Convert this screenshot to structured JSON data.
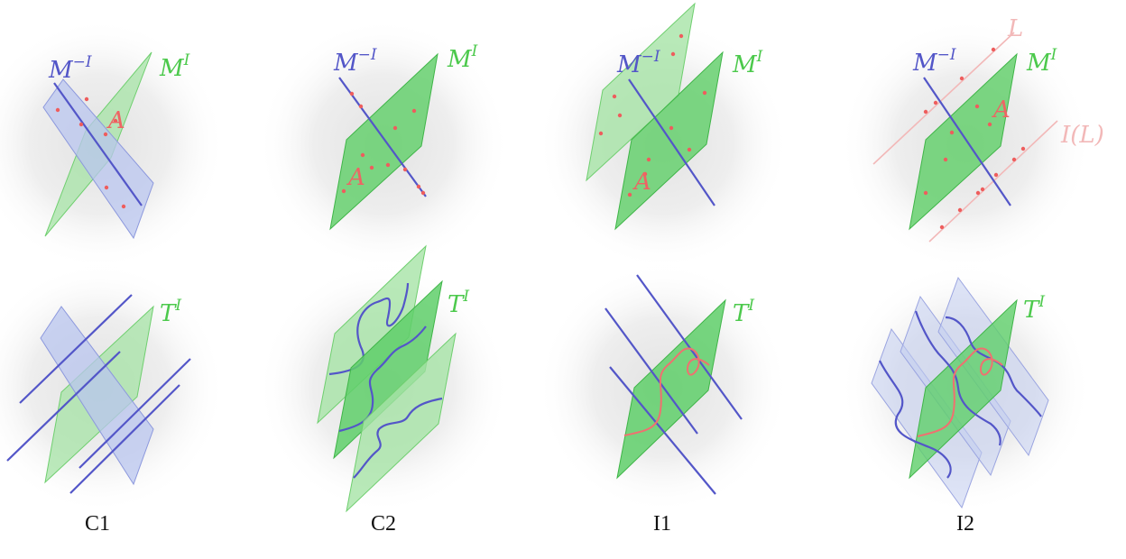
{
  "colors": {
    "blue_line": "#5356c8",
    "blue_plane_fill": "#b8c6ee",
    "blue_plane_stroke": "#8a96dc",
    "green_plane_fill": "#9fe0a0",
    "green_plane_fill_strong": "#5fcf6a",
    "green_plane_stroke": "#5cc466",
    "green_label": "#4cc94c",
    "red_point": "#ee5d5d",
    "red_curve": "#f07070",
    "red_label": "#ee6464",
    "pink_line": "#f2b8b8",
    "halo": "#e6e6e6"
  },
  "labels": {
    "m_minus_base": "M",
    "m_minus_sup": "−I",
    "m_base": "M",
    "m_sup": "I",
    "t_base": "T",
    "t_sup": "I",
    "set_a": "A",
    "line_l": "L",
    "line_il": "I(L)"
  },
  "columns": [
    "C1",
    "C2",
    "I1",
    "I2"
  ]
}
